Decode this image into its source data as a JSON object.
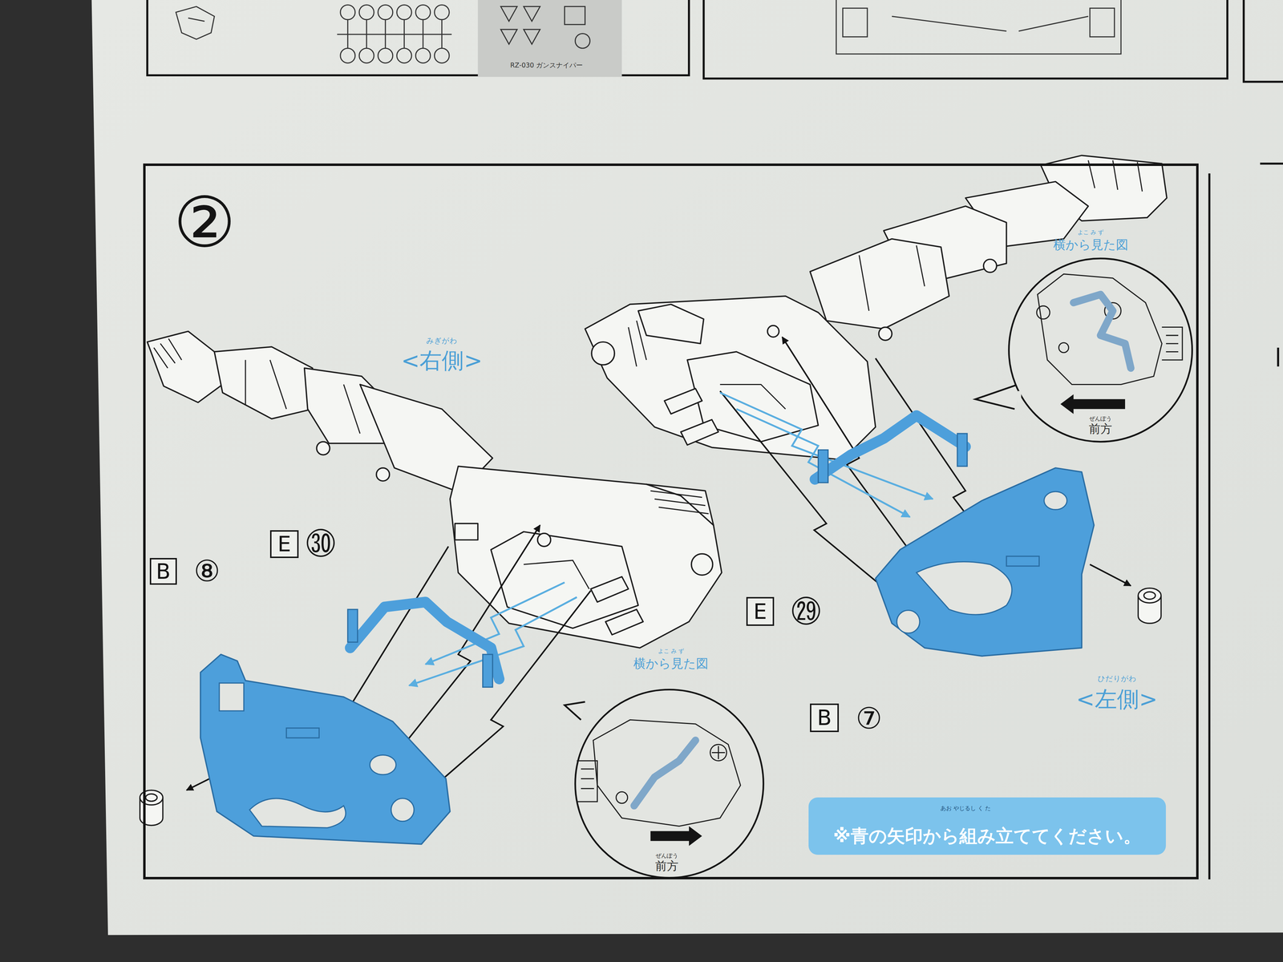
{
  "diagram": {
    "nodes": [
      {
        "text": [
          "②"
        ]
      },
      {
        "text": [
          "B"
        ],
        "in": 0
      },
      {
        "text": [
          "E"
        ],
        "in": 0
      },
      {
        "text": [
          "E"
        ],
        "in": 0
      },
      {
        "text": [
          "B"
        ],
        "in": 0
      },
      {
        "text": [
          "※青の矢印から組み立ててください。"
        ],
        "in": 0
      }
    ],
    "labels": [
      "RZ-030 ガンスナイパー",
      "みぎがわ",
      "<右側>",
      "よこ み ず",
      "横から見た図",
      "ぜんぽう",
      "前方",
      "⑧",
      "㉚",
      "㉙",
      "よこ み ず",
      "横から見た図",
      "ぜんぽう",
      "前方",
      "ひだりがわ",
      "<左側>",
      "⑦",
      "あお やじるし く た"
    ]
  }
}
